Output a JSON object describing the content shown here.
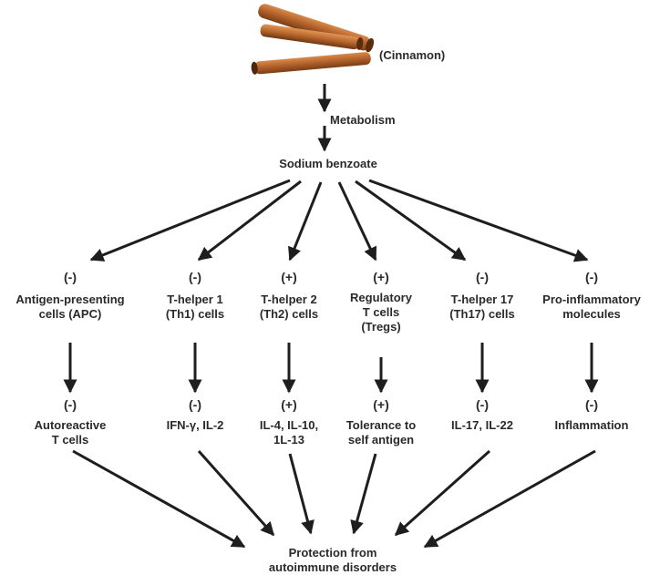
{
  "top": {
    "cinnamon_label": "(Cinnamon)",
    "metabolism": "Metabolism",
    "sodium": "Sodium benzoate"
  },
  "columns": [
    {
      "sign1": "(-)",
      "label1": "Antigen-presenting\ncells (APC)",
      "sign2": "(-)",
      "label2": "Autoreactive\nT cells"
    },
    {
      "sign1": "(-)",
      "label1": "T-helper 1\n(Th1) cells",
      "sign2": "(-)",
      "label2": "IFN-γ, IL-2"
    },
    {
      "sign1": "(+)",
      "label1": "T-helper 2\n(Th2) cells",
      "sign2": "(+)",
      "label2": "IL-4, IL-10,\n1L-13"
    },
    {
      "sign1": "(+)",
      "label1": "Regulatory\nT cells\n(Tregs)",
      "sign2": "(+)",
      "label2": "Tolerance to\nself antigen"
    },
    {
      "sign1": "(-)",
      "label1": "T-helper 17\n(Th17) cells",
      "sign2": "(-)",
      "label2": "IL-17, IL-22"
    },
    {
      "sign1": "(-)",
      "label1": "Pro-inflammatory\nmolecules",
      "sign2": "(-)",
      "label2": "Inflammation"
    }
  ],
  "bottom": {
    "label": "Protection from\nautoimmune disorders"
  },
  "colors": {
    "stroke": "#1e1e1e",
    "cinnamon_dark": "#8a4a1c",
    "cinnamon_light": "#c9773a"
  }
}
